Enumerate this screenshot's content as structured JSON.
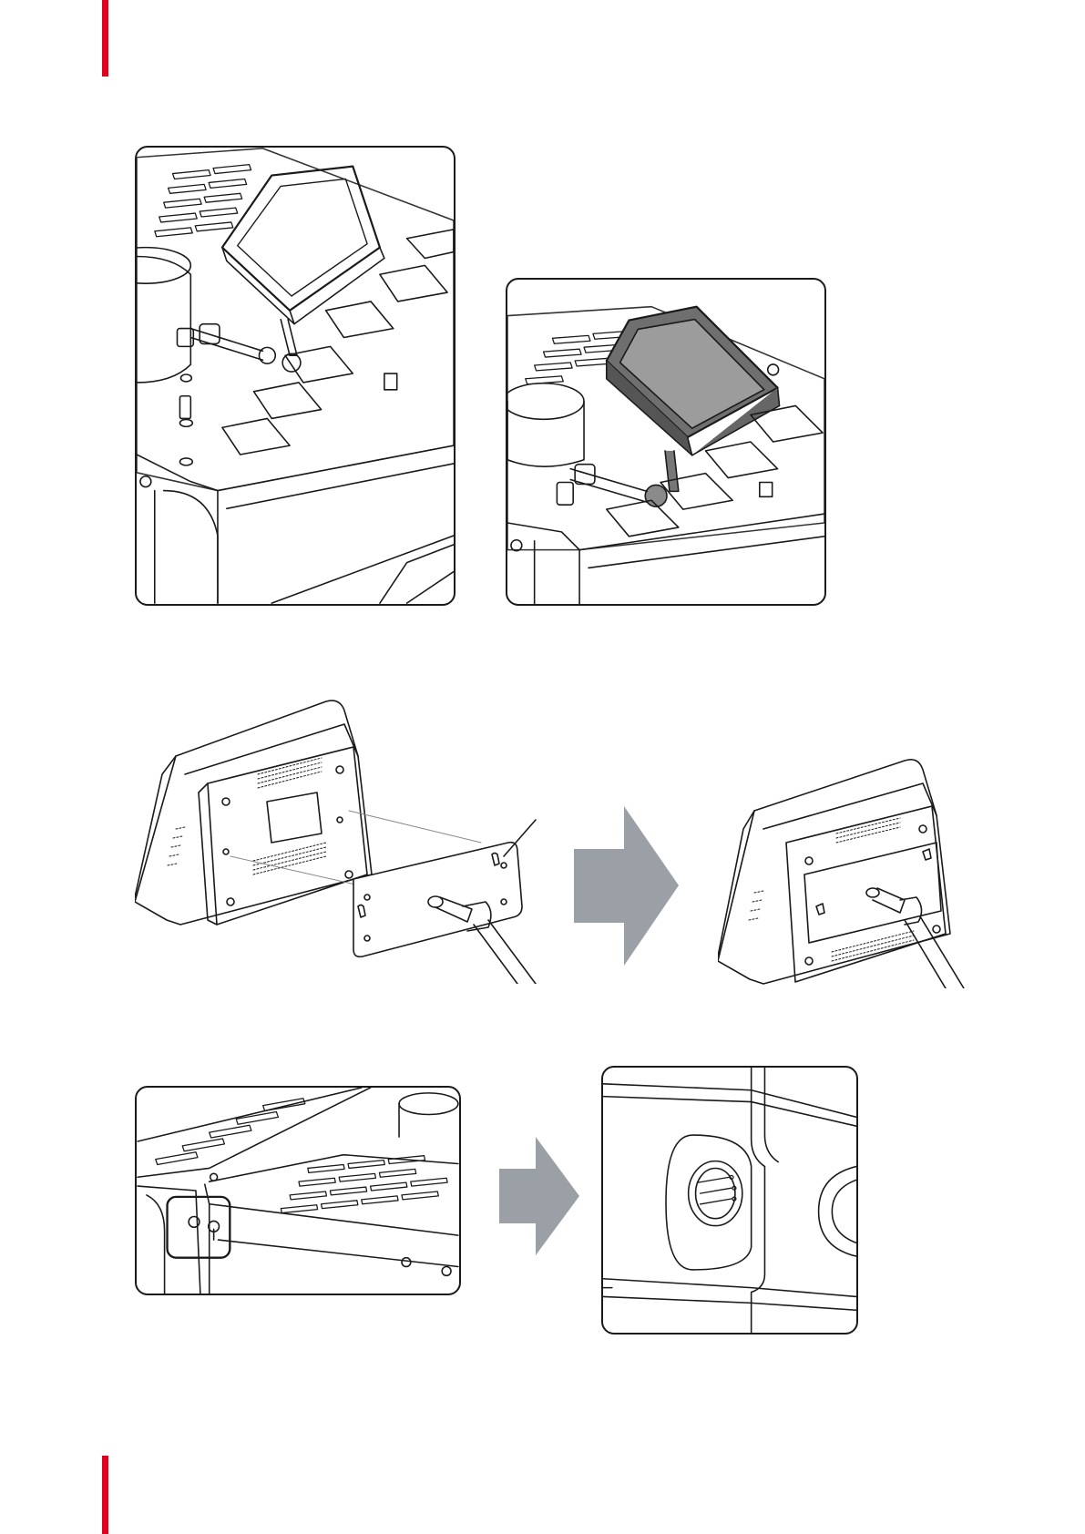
{
  "page": {
    "accent_color": "#e2001a",
    "line_color": "#1a1a1a",
    "arrow_color": "#9aa0a6"
  },
  "figures": [
    {
      "id": "fig-1",
      "subject": "control-panel-mounting-on-projector-top",
      "step": "before"
    },
    {
      "id": "fig-2",
      "subject": "control-panel-mounted-on-projector-top",
      "step": "after"
    },
    {
      "id": "fig-3",
      "subject": "mounting-plate-attach-to-panel-back",
      "step": "before"
    },
    {
      "id": "fig-4",
      "subject": "mounting-plate-attached-to-panel-back",
      "step": "after"
    },
    {
      "id": "fig-5",
      "subject": "projector-side-connector-location",
      "step": "overview"
    },
    {
      "id": "fig-6",
      "subject": "connector-detail-zoom",
      "step": "detail"
    }
  ],
  "icons": [
    "process-arrow-icon",
    "process-arrow-icon"
  ]
}
